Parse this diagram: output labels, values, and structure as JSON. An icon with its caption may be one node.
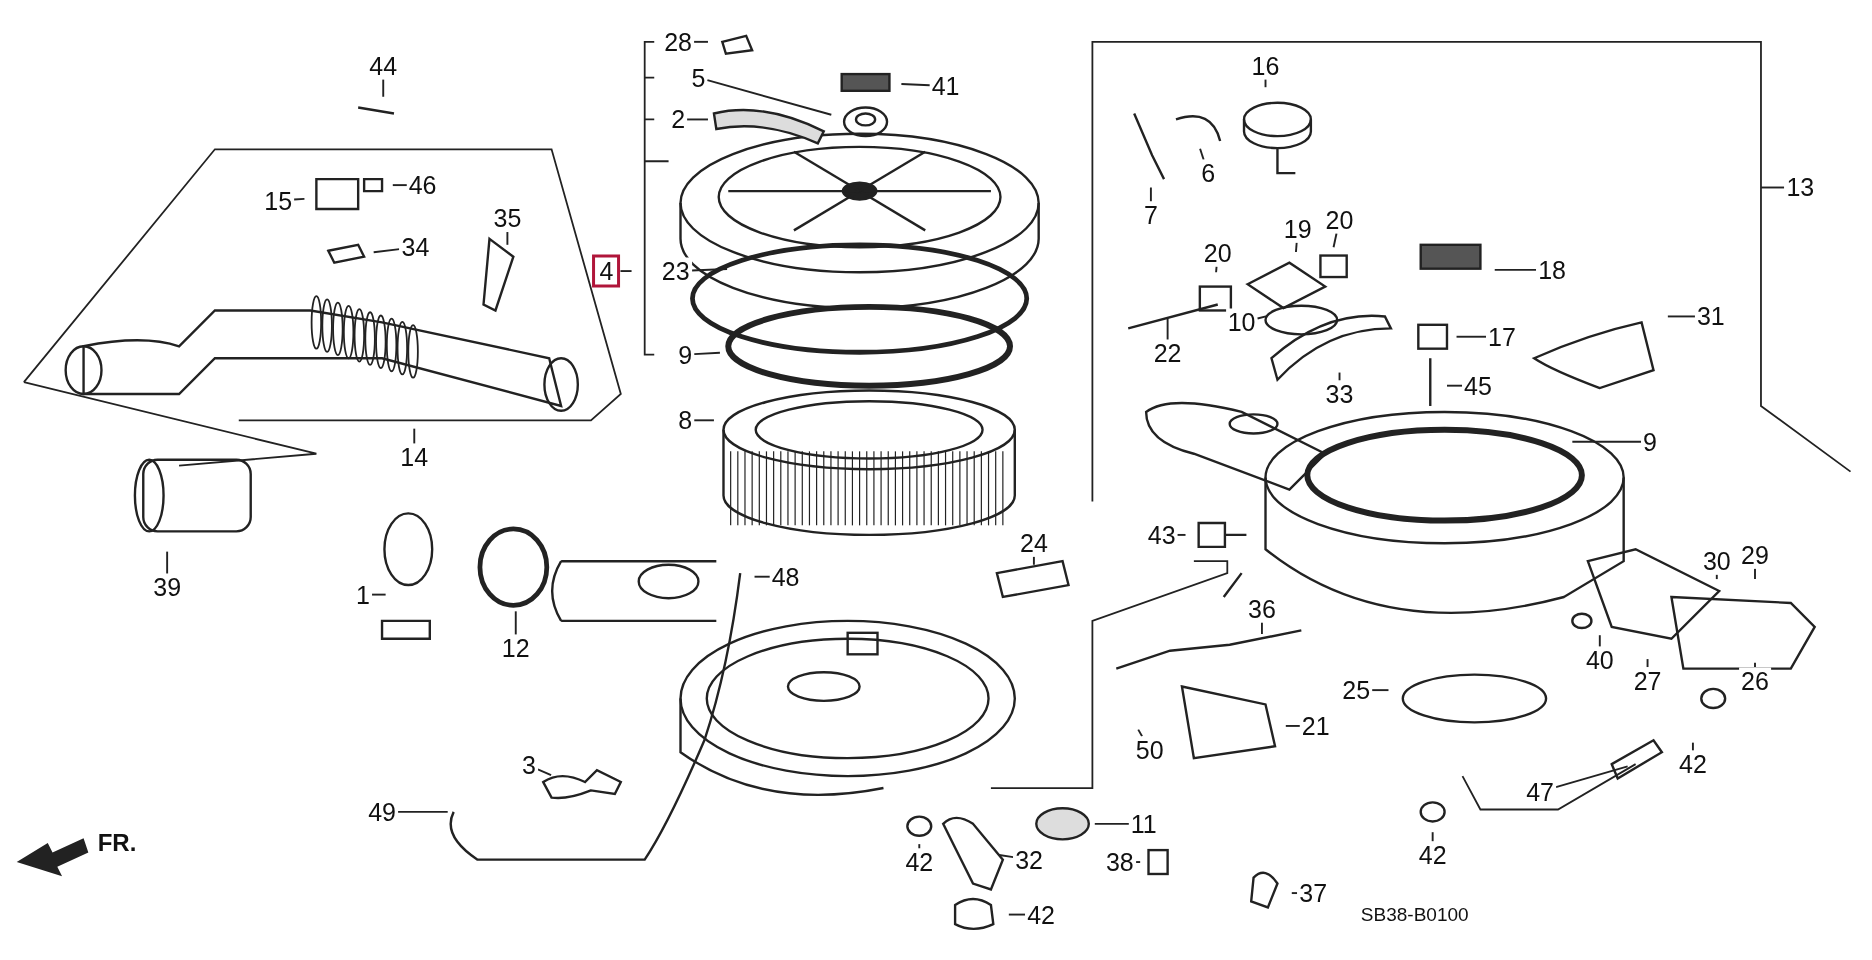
{
  "diagram": {
    "nodes": [
      {
        "text": [
          "28"
        ]
      },
      {
        "text": [
          "44"
        ]
      },
      {
        "text": [
          "16"
        ]
      },
      {
        "text": [
          "5"
        ]
      },
      {
        "text": [
          "41"
        ]
      },
      {
        "text": [
          "2"
        ]
      },
      {
        "text": [
          "6"
        ]
      },
      {
        "text": [
          "15"
        ]
      },
      {
        "text": [
          "46"
        ]
      },
      {
        "text": [
          "13"
        ]
      },
      {
        "text": [
          "7"
        ]
      },
      {
        "text": [
          "35"
        ]
      },
      {
        "text": [
          "19"
        ]
      },
      {
        "text": [
          "20"
        ]
      },
      {
        "text": [
          "34"
        ]
      },
      {
        "text": [
          "20"
        ]
      },
      {
        "text": [
          "18"
        ]
      },
      {
        "text": [
          "4"
        ]
      },
      {
        "text": [
          "23"
        ]
      },
      {
        "text": [
          "31"
        ]
      },
      {
        "text": [
          "10"
        ]
      },
      {
        "text": [
          "17"
        ]
      },
      {
        "text": [
          "22"
        ]
      },
      {
        "text": [
          "9"
        ]
      },
      {
        "text": [
          "45"
        ]
      },
      {
        "text": [
          "33"
        ]
      },
      {
        "text": [
          "8"
        ]
      },
      {
        "text": [
          "9"
        ]
      },
      {
        "text": [
          "14"
        ]
      },
      {
        "text": [
          "43"
        ]
      },
      {
        "text": [
          "24"
        ]
      },
      {
        "text": [
          "30"
        ]
      },
      {
        "text": [
          "29"
        ]
      },
      {
        "text": [
          "48"
        ]
      },
      {
        "text": [
          "39"
        ]
      },
      {
        "text": [
          "1"
        ]
      },
      {
        "text": [
          "36"
        ]
      },
      {
        "text": [
          "12"
        ]
      },
      {
        "text": [
          "40"
        ]
      },
      {
        "text": [
          "27"
        ]
      },
      {
        "text": [
          "26"
        ]
      },
      {
        "text": [
          "25"
        ]
      },
      {
        "text": [
          "21"
        ]
      },
      {
        "text": [
          "50"
        ]
      },
      {
        "text": [
          "42"
        ]
      },
      {
        "text": [
          "3"
        ]
      },
      {
        "text": [
          "47"
        ]
      },
      {
        "text": [
          "49"
        ]
      },
      {
        "text": [
          "11"
        ]
      },
      {
        "text": [
          "42"
        ]
      },
      {
        "text": [
          "42"
        ]
      },
      {
        "text": [
          "32"
        ]
      },
      {
        "text": [
          "38"
        ]
      },
      {
        "text": [
          "37"
        ]
      },
      {
        "text": [
          "42"
        ]
      }
    ],
    "edges": [
      {
        "from": 0,
        "to": null,
        "arrow": "none"
      },
      {
        "from": 1,
        "to": null,
        "arrow": "none"
      },
      {
        "from": 2,
        "to": null,
        "arrow": "none"
      },
      {
        "from": 3,
        "to": null,
        "arrow": "none"
      },
      {
        "from": 4,
        "to": null,
        "arrow": "none"
      },
      {
        "from": 5,
        "to": null,
        "arrow": "none"
      },
      {
        "from": 6,
        "to": null,
        "arrow": "none"
      },
      {
        "from": 7,
        "to": null,
        "arrow": "none"
      },
      {
        "from": 8,
        "to": null,
        "arrow": "none"
      },
      {
        "from": 9,
        "to": null,
        "arrow": "none"
      },
      {
        "from": 10,
        "to": null,
        "arrow": "none"
      },
      {
        "from": 11,
        "to": null,
        "arrow": "none"
      },
      {
        "from": 12,
        "to": null,
        "arrow": "none"
      },
      {
        "from": 13,
        "to": null,
        "arrow": "none"
      },
      {
        "from": 14,
        "to": null,
        "arrow": "none"
      },
      {
        "from": 15,
        "to": null,
        "arrow": "none"
      },
      {
        "from": 16,
        "to": null,
        "arrow": "none"
      },
      {
        "from": 17,
        "to": null,
        "arrow": "none"
      },
      {
        "from": 18,
        "to": null,
        "arrow": "none"
      },
      {
        "from": 19,
        "to": null,
        "arrow": "none"
      },
      {
        "from": 20,
        "to": null,
        "arrow": "none"
      },
      {
        "from": 21,
        "to": null,
        "arrow": "none"
      },
      {
        "from": 22,
        "to": null,
        "arrow": "none"
      },
      {
        "from": 23,
        "to": null,
        "arrow": "none"
      },
      {
        "from": 24,
        "to": null,
        "arrow": "none"
      },
      {
        "from": 25,
        "to": null,
        "arrow": "none"
      },
      {
        "from": 26,
        "to": null,
        "arrow": "none"
      },
      {
        "from": 27,
        "to": null,
        "arrow": "none"
      },
      {
        "from": 28,
        "to": null,
        "arrow": "none"
      },
      {
        "from": 29,
        "to": null,
        "arrow": "none"
      },
      {
        "from": 30,
        "to": null,
        "arrow": "none"
      },
      {
        "from": 31,
        "to": null,
        "arrow": "none"
      },
      {
        "from": 32,
        "to": null,
        "arrow": "none"
      },
      {
        "from": 33,
        "to": null,
        "arrow": "none"
      },
      {
        "from": 34,
        "to": null,
        "arrow": "none"
      },
      {
        "from": 35,
        "to": null,
        "arrow": "none"
      },
      {
        "from": 36,
        "to": null,
        "arrow": "none"
      },
      {
        "from": 37,
        "to": null,
        "arrow": "none"
      },
      {
        "from": 38,
        "to": null,
        "arrow": "none"
      },
      {
        "from": 39,
        "to": null,
        "arrow": "none"
      },
      {
        "from": 40,
        "to": null,
        "arrow": "none"
      },
      {
        "from": 41,
        "to": null,
        "arrow": "none"
      },
      {
        "from": 42,
        "to": null,
        "arrow": "none"
      },
      {
        "from": 43,
        "to": null,
        "arrow": "none"
      },
      {
        "from": 44,
        "to": null,
        "arrow": "none"
      },
      {
        "from": 45,
        "to": null,
        "arrow": "none"
      },
      {
        "from": 46,
        "to": null,
        "arrow": "none"
      },
      {
        "from": 47,
        "to": null,
        "arrow": "none"
      },
      {
        "from": 48,
        "to": null,
        "arrow": "none"
      },
      {
        "from": 49,
        "to": null,
        "arrow": "none"
      },
      {
        "from": 50,
        "to": null,
        "arrow": "none"
      },
      {
        "from": 51,
        "to": null,
        "arrow": "none"
      },
      {
        "from": 52,
        "to": null,
        "arrow": "none"
      },
      {
        "from": 53,
        "to": null,
        "arrow": "none"
      },
      {
        "from": 54,
        "to": null,
        "arrow": "none"
      }
    ],
    "labels": [
      "FR.",
      "SB38-B0100"
    ]
  }
}
